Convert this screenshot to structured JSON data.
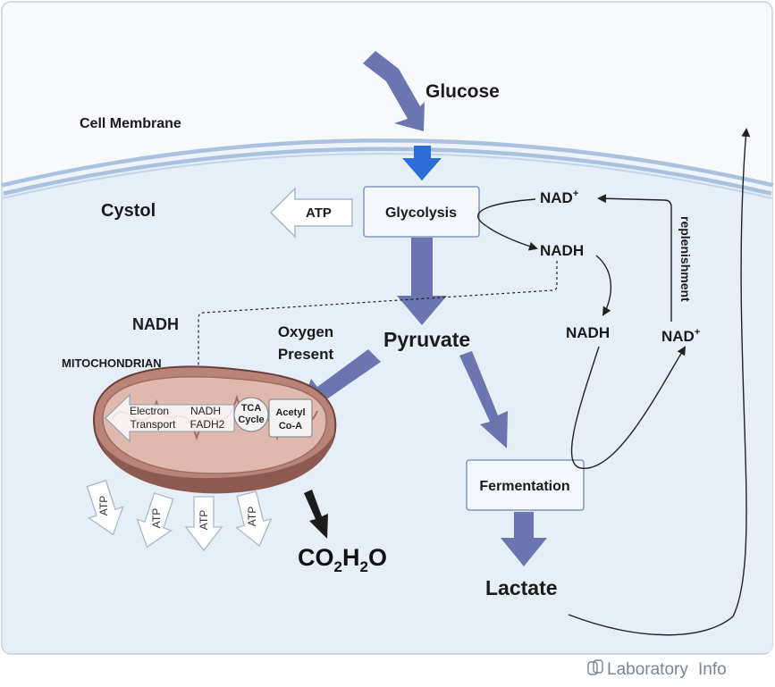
{
  "labels": {
    "glucose": "Glucose",
    "cell_membrane": "Cell Membrane",
    "cystol": "Cystol",
    "glycolysis": "Glycolysis",
    "atp": "ATP",
    "nad_plus": "NAD",
    "plus_sup": "+",
    "nadh": "NADH",
    "replenishment": "replenishment",
    "oxygen_line1": "Oxygen",
    "oxygen_line2": "Present",
    "pyruvate": "Pyruvate",
    "mitochondrian": "MITOCHONDRIAN",
    "electron_line1": "Electron",
    "electron_line2": "Transport",
    "fadh2": "FADH2",
    "tca_line1": "TCA",
    "tca_line2": "Cycle",
    "acetyl_line1": "Acetyl",
    "acetyl_line2": "Co-A",
    "fermentation": "Fermentation",
    "lactate": "Lactate",
    "co2_c": "CO",
    "co2_sub": "2",
    "h2o_h": "H",
    "h2o_sub": "2",
    "h2o_o": "O"
  },
  "brand": {
    "text_left": "Laboratory",
    "text_right": "Info"
  },
  "colors": {
    "arrow_fill": "#6b76b0",
    "glucose_arrow": "#2b6fd6",
    "cell_fill": "#e7eff9",
    "membrane": "#b9cfe6",
    "mito_outer": "#b88479",
    "mito_dark": "#8a5a50"
  }
}
